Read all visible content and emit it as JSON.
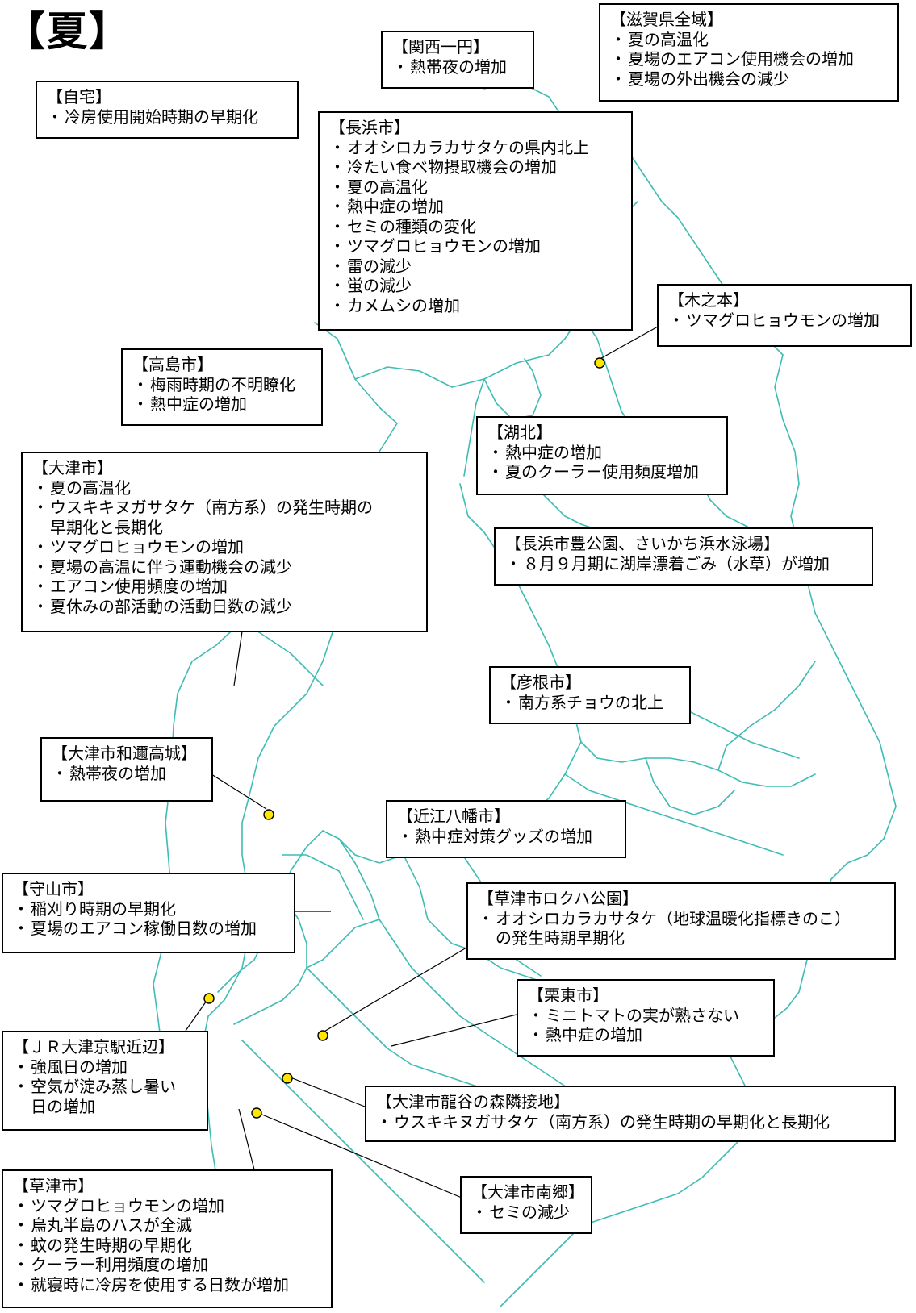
{
  "season_title": "【夏】",
  "colors": {
    "boundary": "#3fbcb4",
    "marker_fill": "#ffe600",
    "marker_stroke": "#000000"
  },
  "boxes": [
    {
      "id": "kansai",
      "name": "【関西一円】",
      "items": [
        "熱帯夜の増加"
      ]
    },
    {
      "id": "shiga",
      "name": "【滋賀県全域】",
      "items": [
        "夏の高温化",
        "夏場のエアコン使用機会の増加",
        "夏場の外出機会の減少"
      ]
    },
    {
      "id": "jitaku",
      "name": "【自宅】",
      "items": [
        "冷房使用開始時期の早期化"
      ]
    },
    {
      "id": "nagahama",
      "name": "【長浜市】",
      "items": [
        "オオシロカラカサタケの県内北上",
        "冷たい食べ物摂取機会の増加",
        "夏の高温化",
        "熱中症の増加",
        "セミの種類の変化",
        "ツマグロヒョウモンの増加",
        "雷の減少",
        "蛍の減少",
        "カメムシの増加"
      ]
    },
    {
      "id": "kinomoto",
      "name": "【木之本】",
      "items": [
        "ツマグロヒョウモンの増加"
      ]
    },
    {
      "id": "takashima",
      "name": "【高島市】",
      "items": [
        "梅雨時期の不明瞭化",
        "熱中症の増加"
      ]
    },
    {
      "id": "kohoku",
      "name": "【湖北】",
      "items": [
        "熱中症の増加",
        "夏のクーラー使用頻度増加"
      ]
    },
    {
      "id": "otsu",
      "name": "【大津市】",
      "items": [
        "夏の高温化",
        "ウスキキヌガサタケ（南方系）の発生時期の",
        "早期化と長期化",
        "ツマグロヒョウモンの増加",
        "夏場の高温に伴う運動機会の減少",
        "エアコン使用頻度の増加",
        "夏休みの部活動の活動日数の減少"
      ]
    },
    {
      "id": "nagahama_yutaka",
      "name": "【長浜市豊公園、さいかち浜水泳場】",
      "items": [
        "８月９月期に湖岸漂着ごみ（水草）が増加"
      ]
    },
    {
      "id": "hikone",
      "name": "【彦根市】",
      "items": [
        "南方系チョウの北上"
      ]
    },
    {
      "id": "otsu_wani",
      "name": "【大津市和邇高城】",
      "items": [
        "熱帯夜の増加"
      ]
    },
    {
      "id": "omihachiman",
      "name": "【近江八幡市】",
      "items": [
        "熱中症対策グッズの増加"
      ]
    },
    {
      "id": "moriyama",
      "name": "【守山市】",
      "items": [
        "稲刈り時期の早期化",
        "夏場のエアコン稼働日数の増加"
      ]
    },
    {
      "id": "rokuha",
      "name": "【草津市ロクハ公園】",
      "items": [
        "オオシロカラカサタケ（地球温暖化指標きのこ）",
        "の発生時期早期化"
      ]
    },
    {
      "id": "ritto",
      "name": "【栗東市】",
      "items": [
        "ミニトマトの実が熟さない",
        "熱中症の増加"
      ]
    },
    {
      "id": "jr_otsukyo",
      "name": "【ＪＲ大津京駅近辺】",
      "items": [
        "強風日の増加",
        "空気が淀み蒸し暑い",
        "日の増加"
      ]
    },
    {
      "id": "otsu_ryukoku",
      "name": "【大津市龍谷の森隣接地】",
      "items": [
        "ウスキキヌガサタケ（南方系）の発生時期の早期化と長期化"
      ]
    },
    {
      "id": "kusatsu",
      "name": "【草津市】",
      "items": [
        "ツマグロヒョウモンの増加",
        "烏丸半島のハスが全滅",
        "蚊の発生時期の早期化",
        "クーラー利用頻度の増加",
        "就寝時に冷房を使用する日数が増加"
      ]
    },
    {
      "id": "otsu_nango",
      "name": "【大津市南郷】",
      "items": [
        "セミの減少"
      ]
    }
  ]
}
